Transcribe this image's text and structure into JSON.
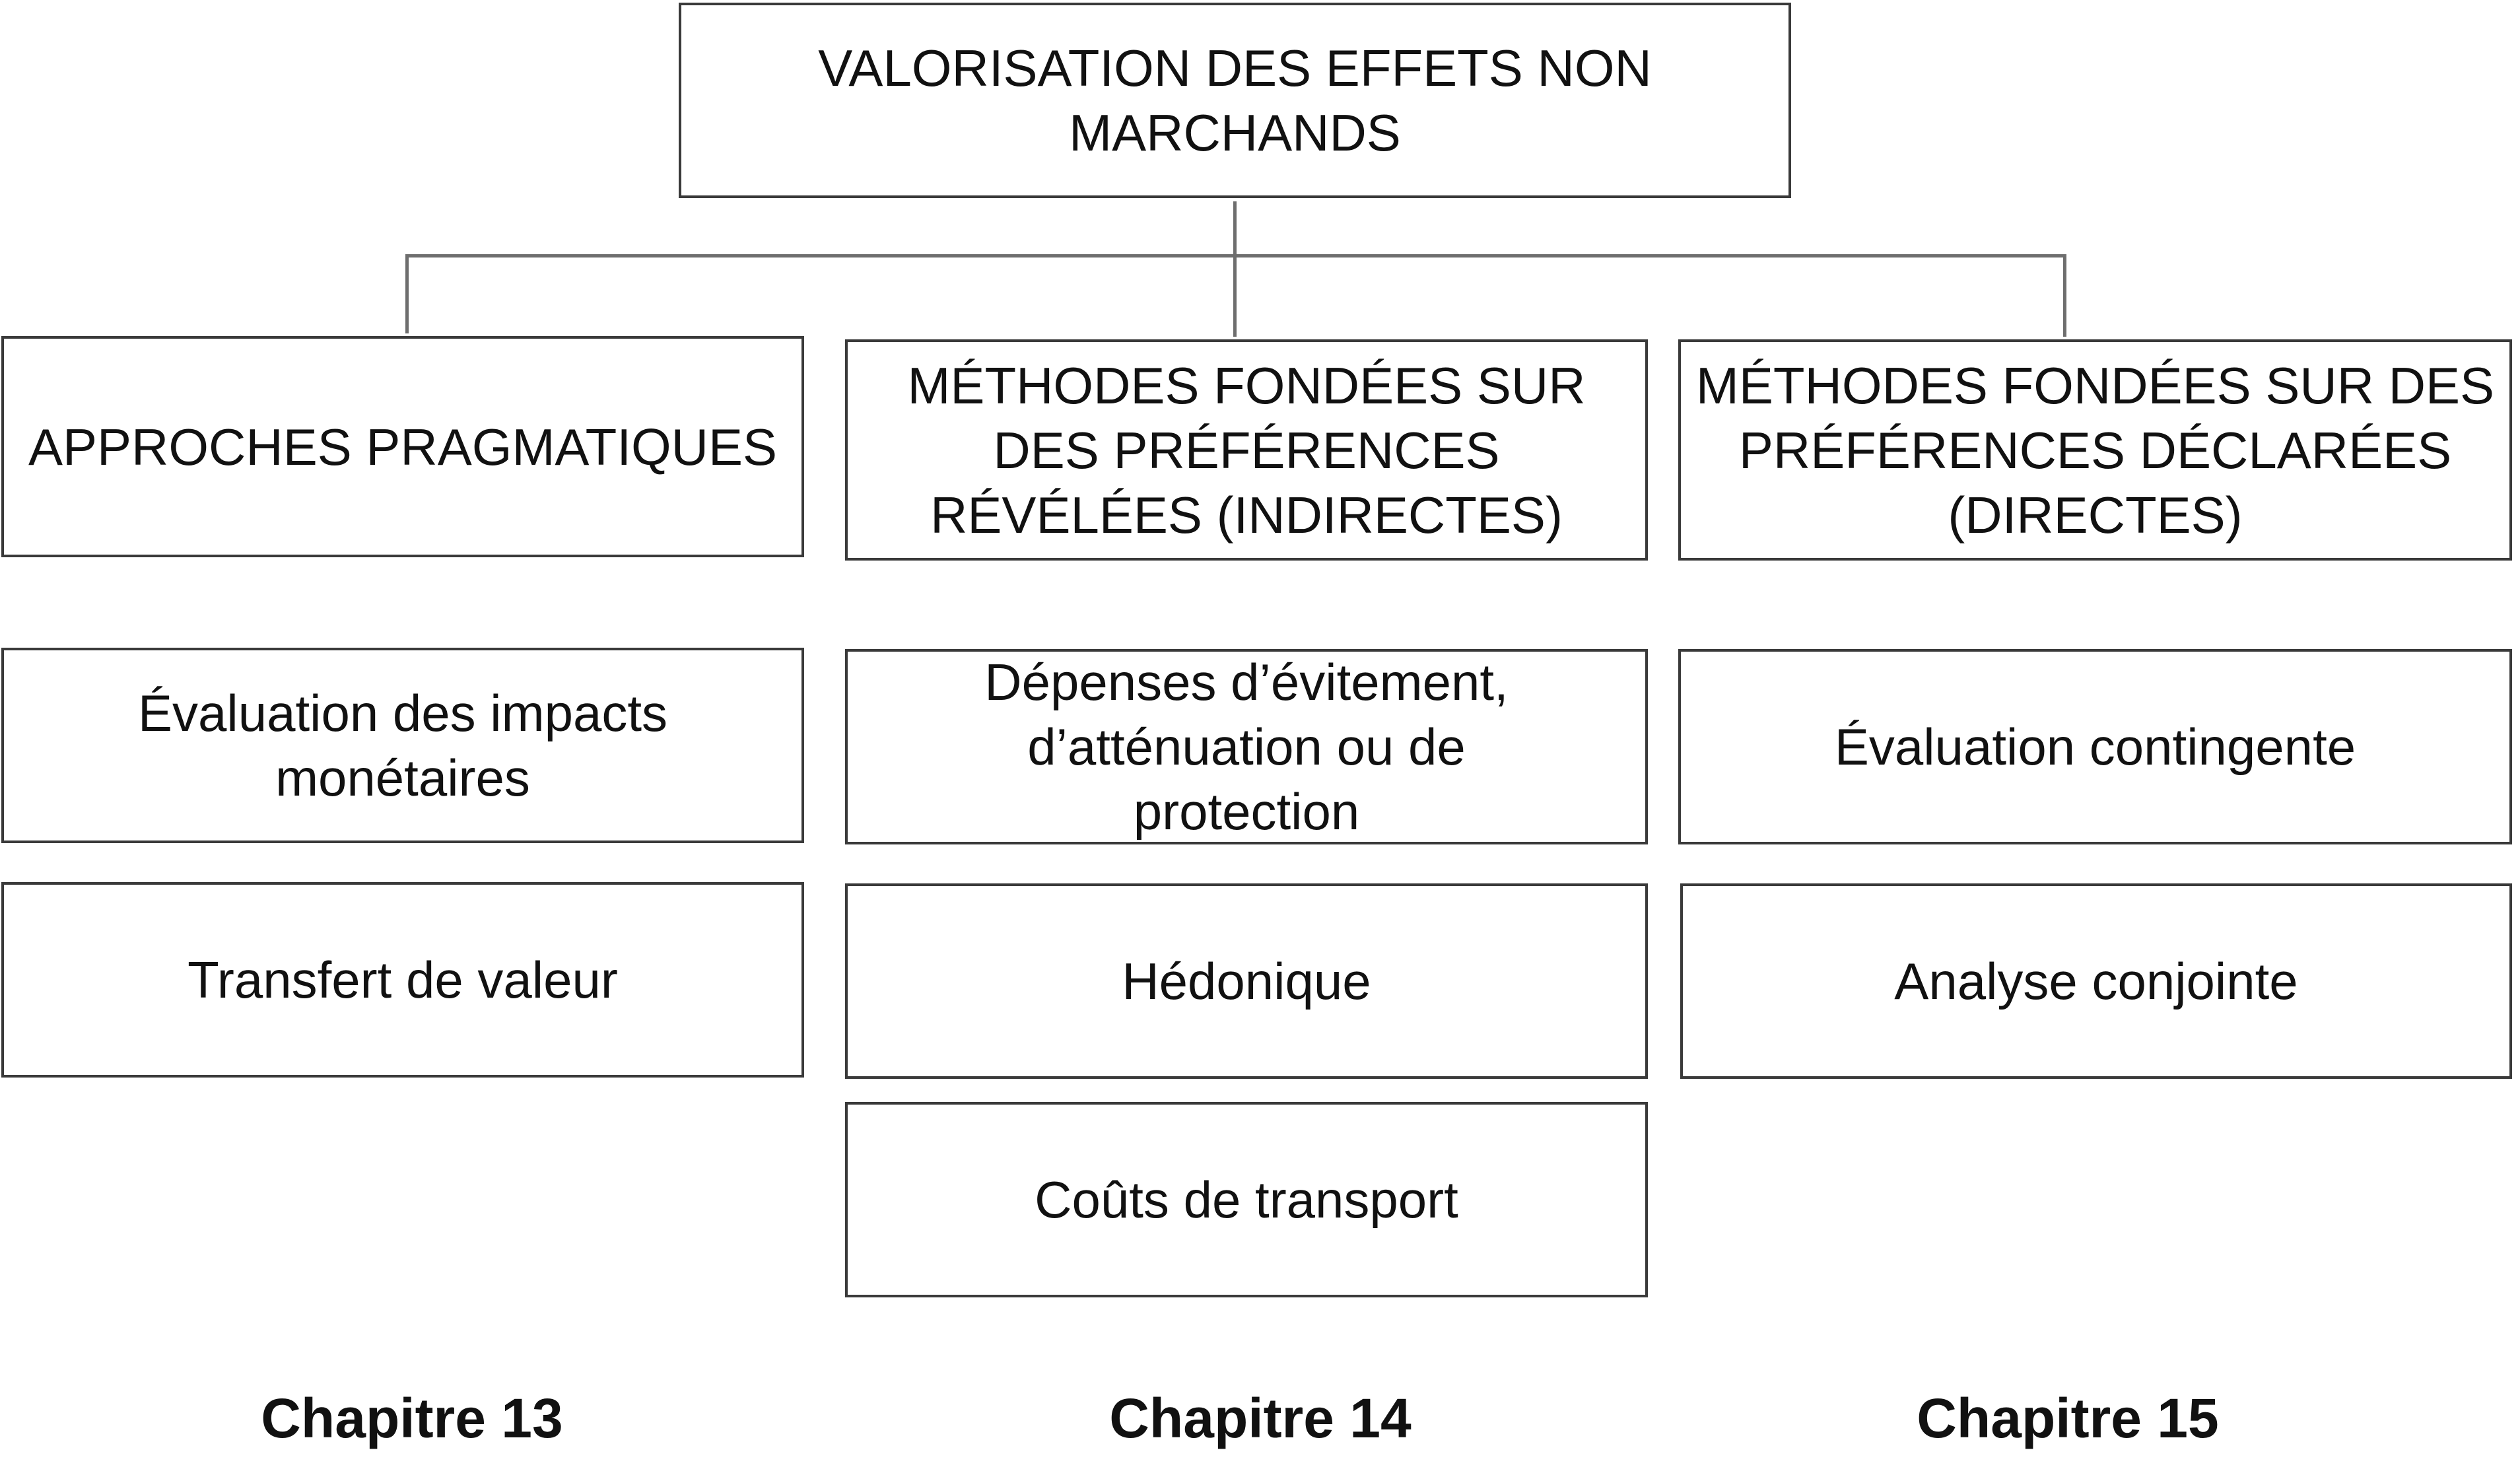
{
  "root": "VALORISATION DES EFFETS NON MARCHANDS",
  "columns": [
    {
      "header": "APPROCHES PRAGMATIQUES",
      "methods": [
        "Évaluation des impacts monétaires",
        "Transfert de valeur"
      ],
      "chapter": "Chapitre 13"
    },
    {
      "header": "MÉTHODES FONDÉES SUR DES PRÉFÉRENCES RÉVÉLÉES (INDIRECTES)",
      "methods": [
        "Dépenses d’évitement, d’atténuation ou de protection",
        "Hédonique",
        "Coûts de transport"
      ],
      "chapter": "Chapitre 14"
    },
    {
      "header": "MÉTHODES FONDÉES SUR DES PRÉFÉRENCES DÉCLARÉES (DIRECTES)",
      "methods": [
        "Évaluation contingente",
        "Analyse conjointe"
      ],
      "chapter": "Chapitre 15"
    }
  ]
}
